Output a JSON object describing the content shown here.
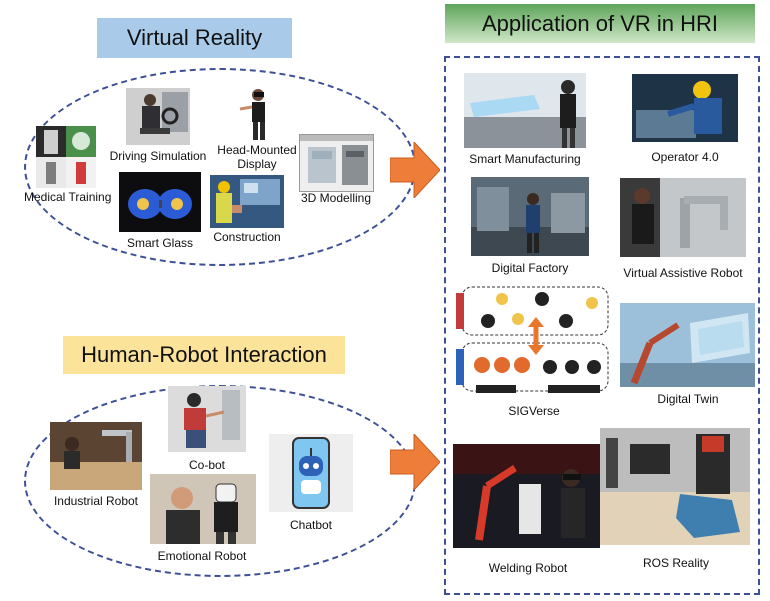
{
  "panels": {
    "vr_title": "Virtual Reality",
    "hri_title": "Human-Robot Interaction",
    "app_title": "Application of VR in HRI"
  },
  "vr_items": {
    "medical_training": "Medical Training",
    "driving_simulation": "Driving Simulation",
    "head_mounted_line1": "Head-Mounted",
    "head_mounted_line2": "Display",
    "smart_glass": "Smart Glass",
    "construction": "Construction",
    "modelling": "3D Modelling"
  },
  "hri_items": {
    "industrial_robot": "Industrial Robot",
    "co_bot": "Co-bot",
    "chatbot": "Chatbot",
    "emotional_robot": "Emotional Robot"
  },
  "app_items": {
    "smart_manufacturing": "Smart Manufacturing",
    "operator": "Operator 4.0",
    "digital_factory": "Digital Factory",
    "virtual_assistive_robot": "Virtual Assistive Robot",
    "sigverse": "SIGVerse",
    "digital_twin": "Digital Twin",
    "welding_robot": "Welding Robot",
    "ros_reality": "ROS Reality"
  },
  "colors": {
    "dash_border": "#3c4f97",
    "arrow": "#ef7d3a",
    "vr_title_bg": "#a9cbe9",
    "hri_title_bg": "#fbe49a",
    "app_title_bg": "#5ea45a"
  }
}
